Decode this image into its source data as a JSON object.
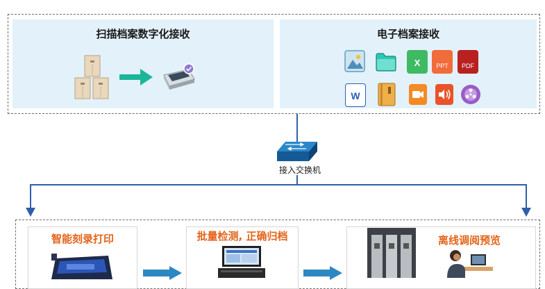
{
  "top_left": {
    "title": "扫描档案数字化接收"
  },
  "top_right": {
    "title": "电子档案接收",
    "icons": [
      {
        "name": "image-file-icon",
        "color": "#5aa0c8"
      },
      {
        "name": "folder-icon",
        "color": "#25b8a6"
      },
      {
        "name": "excel-file-icon",
        "color": "#3dba62",
        "text": "X"
      },
      {
        "name": "ppt-file-icon",
        "color": "#f26b3a",
        "text": "PPT"
      },
      {
        "name": "pdf-file-icon",
        "color": "#b8211f",
        "text": "PDF"
      },
      {
        "name": "word-file-icon",
        "color": "#2b5fb4",
        "text": "W"
      },
      {
        "name": "archive-file-icon",
        "color": "#e8a23a"
      },
      {
        "name": "video-file-icon",
        "color": "#f48a22"
      },
      {
        "name": "audio-file-icon",
        "color": "#e8532a"
      },
      {
        "name": "media-disc-icon",
        "color": "#9a5cc6"
      }
    ]
  },
  "switch": {
    "label": "接入交换机"
  },
  "bottom": {
    "cards": [
      {
        "title": "智能刻录打印"
      },
      {
        "title": "批量检测, 正确归档"
      },
      {
        "title": "离线调阅预览"
      }
    ]
  }
}
